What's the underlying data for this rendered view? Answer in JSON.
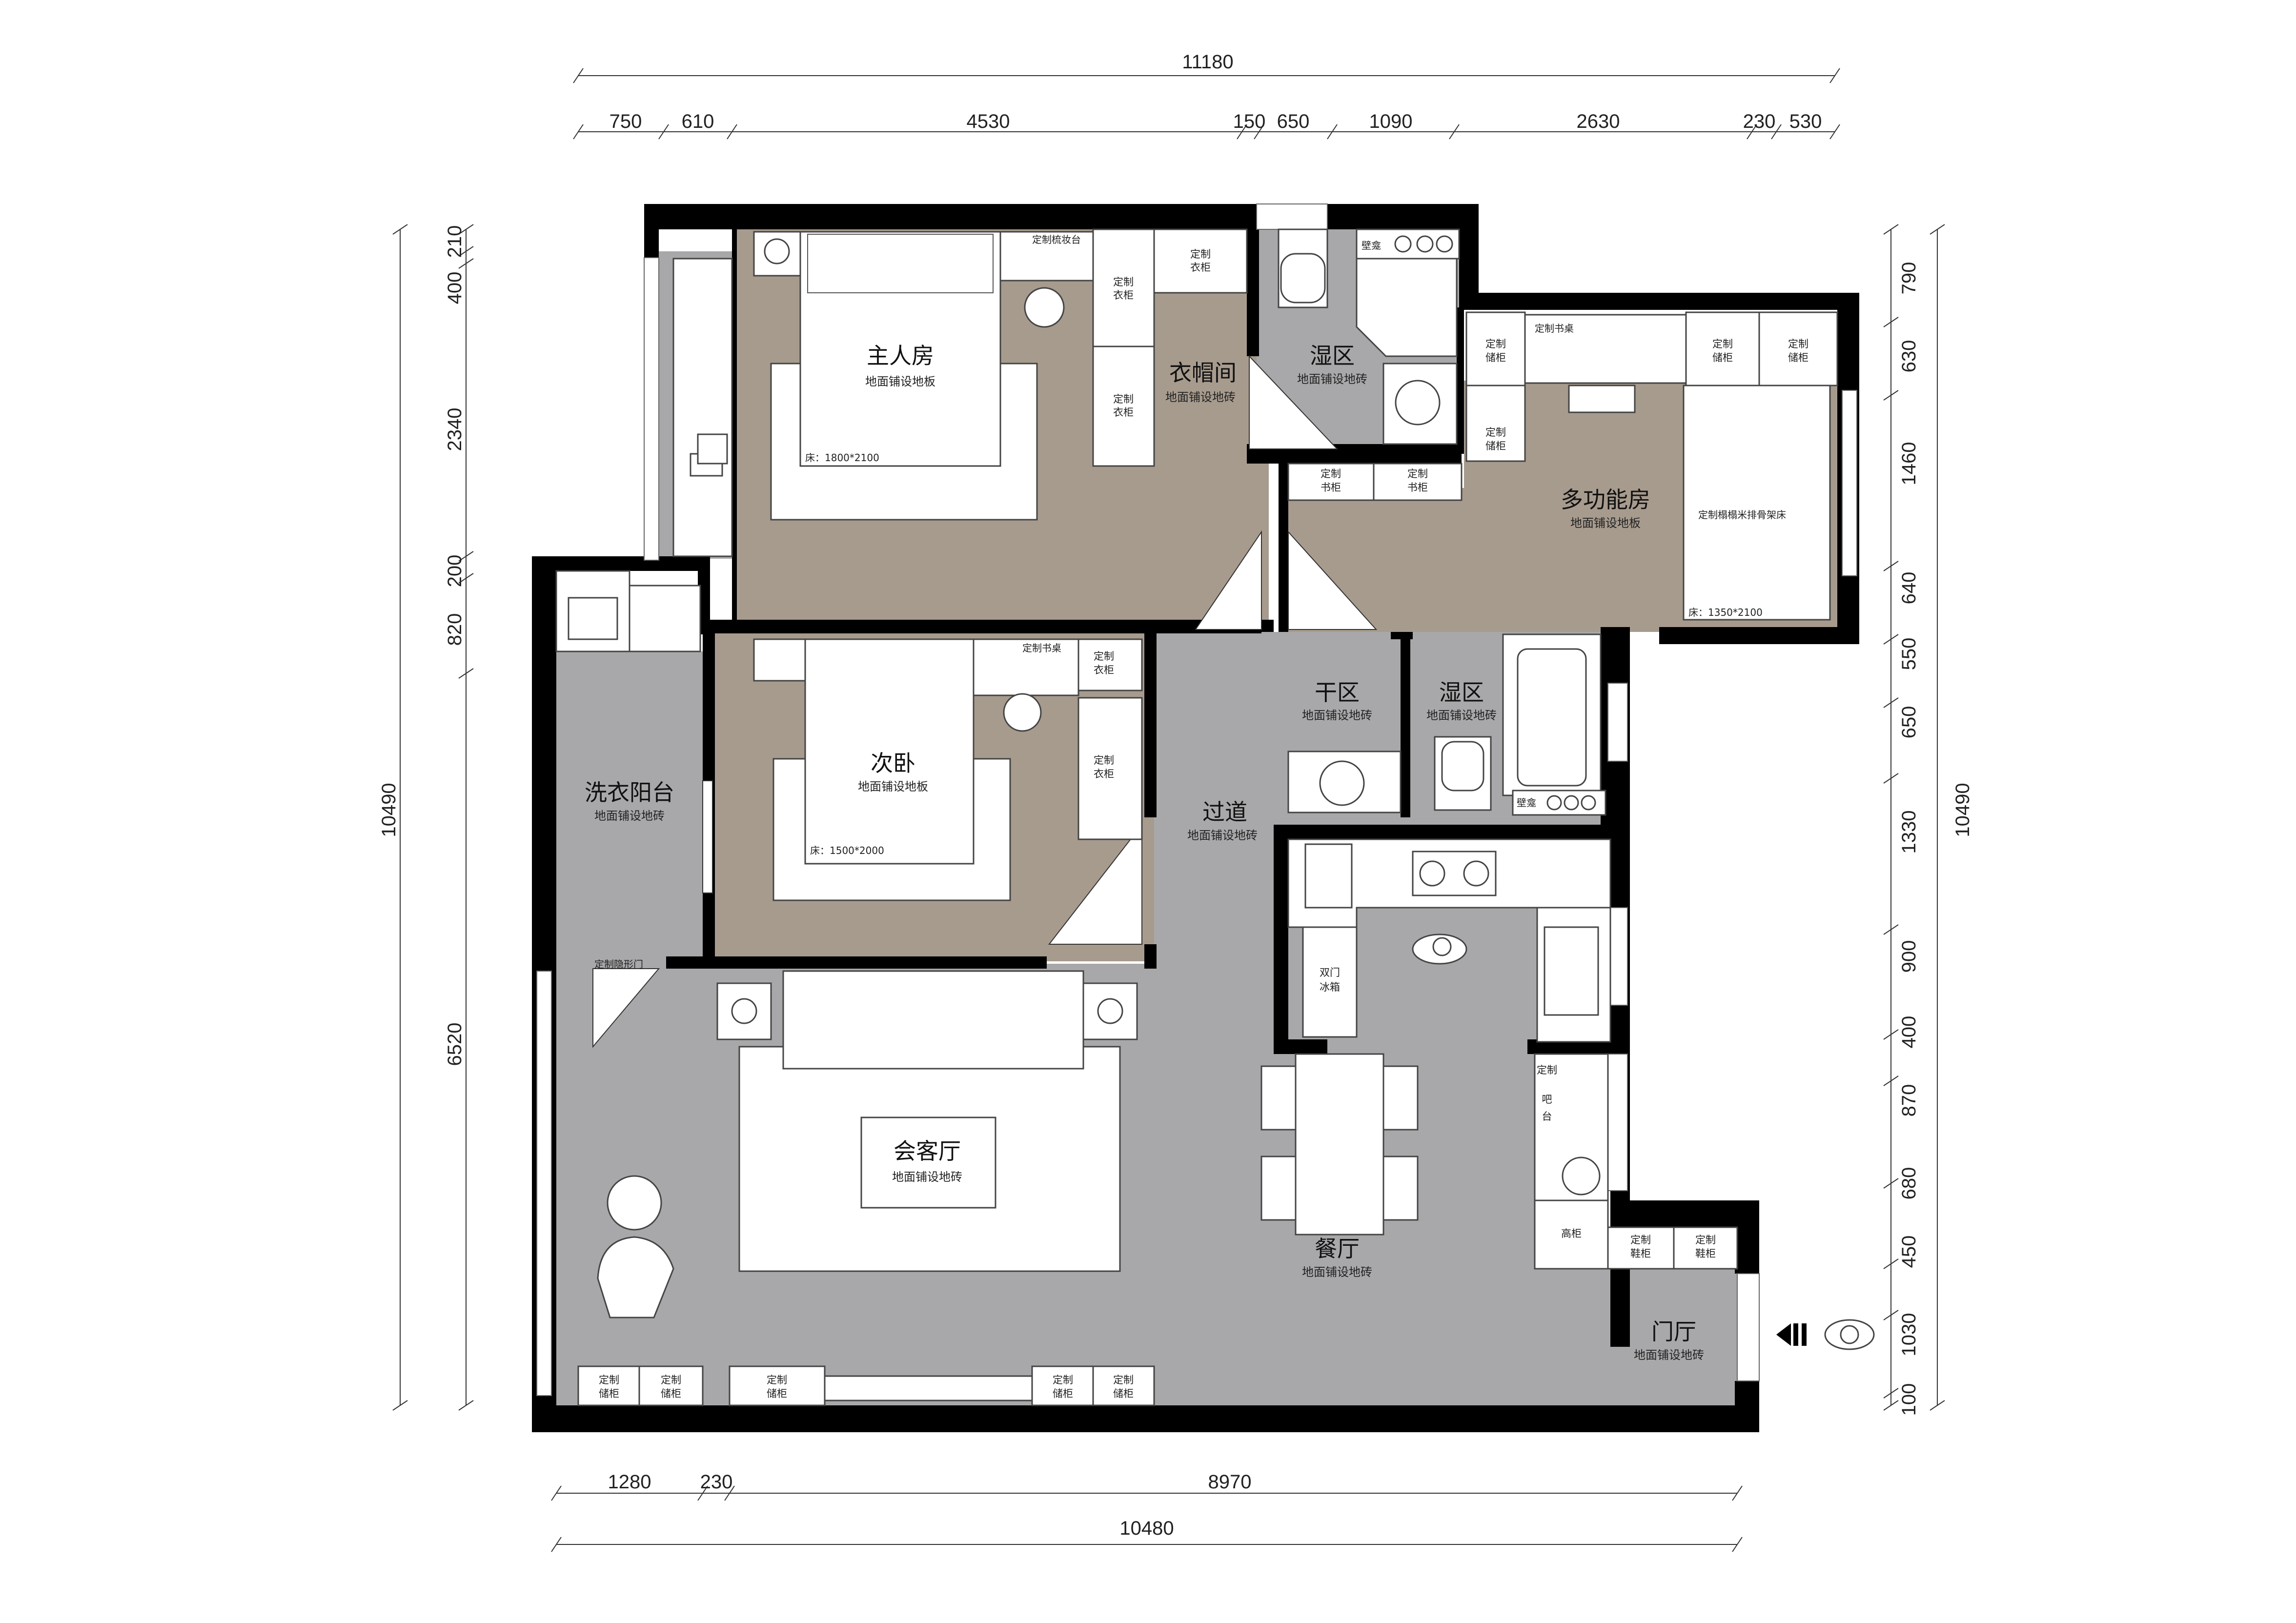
{
  "dimensions": {
    "top_total": "11180",
    "top": [
      "750",
      "610",
      "4530",
      "150",
      "650",
      "1090",
      "2630",
      "230",
      "530"
    ],
    "left_upper": [
      "400",
      "210",
      "2340",
      "200",
      "820"
    ],
    "left_total": "10490",
    "left_lower": "6520",
    "right": [
      "790",
      "630",
      "1460",
      "640",
      "550",
      "650",
      "1330",
      "900",
      "400",
      "870",
      "680",
      "450",
      "1030",
      "100"
    ],
    "right_total": "10490",
    "bottom": [
      "1280",
      "230",
      "8970"
    ],
    "bottom_total": "10480"
  },
  "rooms": {
    "master": {
      "name": "主人房",
      "floor": "地面铺设地板",
      "bed": "床：1800*2100"
    },
    "cloak": {
      "name": "衣帽间",
      "floor": "地面铺设地砖"
    },
    "wet1": {
      "name": "湿区",
      "floor": "地面铺设地砖"
    },
    "multi": {
      "name": "多功能房",
      "floor": "地面铺设地板",
      "bed": "床：1350*2100",
      "bed_label": "定制榻榻米排骨架床"
    },
    "second": {
      "name": "次卧",
      "floor": "地面铺设地板",
      "bed": "床：1500*2000"
    },
    "laundry": {
      "name": "洗衣阳台",
      "floor": "地面铺设地砖"
    },
    "corridor": {
      "name": "过道",
      "floor": "地面铺设地砖"
    },
    "dry": {
      "name": "干区",
      "floor": "地面铺设地砖"
    },
    "wet2": {
      "name": "湿区",
      "floor": "地面铺设地砖"
    },
    "living": {
      "name": "会客厅",
      "floor": "地面铺设地砖"
    },
    "dining": {
      "name": "餐厅",
      "floor": "地面铺设地砖"
    },
    "entry": {
      "name": "门厅",
      "floor": "地面铺设地砖"
    }
  },
  "labels": {
    "dresser": "定制梳妆台",
    "desk": "定制书桌",
    "wardrobe_l1": "定制",
    "wardrobe_l2": "衣柜",
    "storage_l2": "储柜",
    "book_l2": "书柜",
    "shoe_l2": "鞋柜",
    "niche": "壁龛",
    "hidden_door": "定制隐形门",
    "fridge_l1": "双门",
    "fridge_l2": "冰箱",
    "bar_l1": "定制",
    "bar_l2": "吧",
    "bar_l3": "台",
    "tall_cabinet": "高柜"
  },
  "icons": {
    "entry_arrow": "entry-arrow-icon",
    "toilet": "toilet-icon",
    "basin": "basin-icon",
    "stove": "stove-icon",
    "person": "person-icon",
    "lamp": "lamp-icon"
  },
  "colors": {
    "wall": "#000000",
    "wood_floor": "#a79b8e",
    "tile_floor": "#a8a8aa",
    "furniture": "#ffffff"
  }
}
